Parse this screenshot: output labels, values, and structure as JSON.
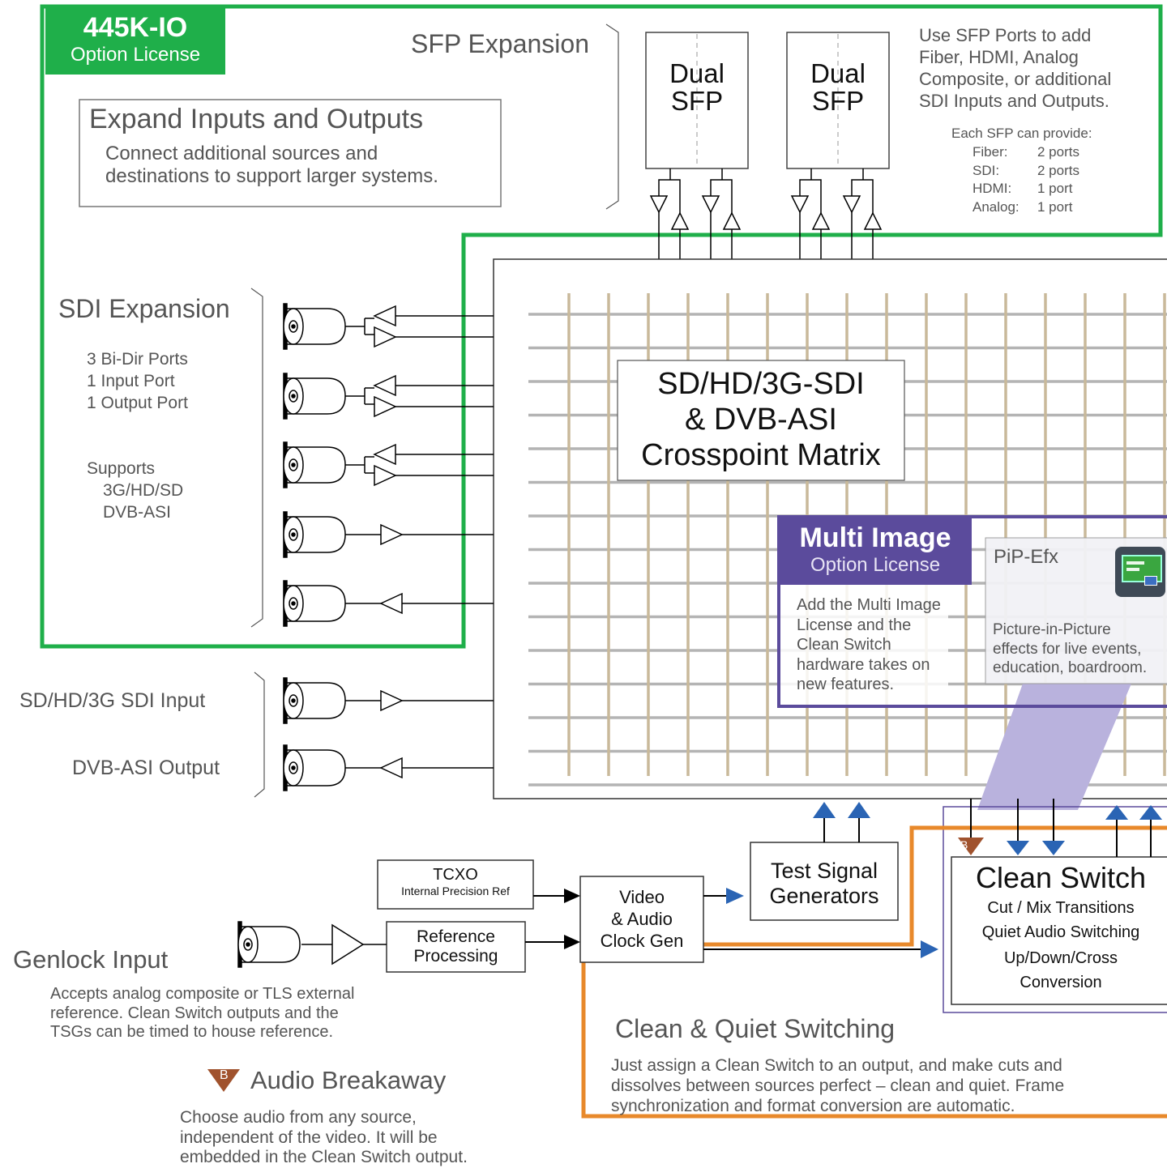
{
  "colors": {
    "license_green": "#1faf4a",
    "multi_image_purple": "#5b4b9c",
    "clean_switch_orange": "#e8892b",
    "arrow_blue": "#2a64b4",
    "breakaway_brown": "#a0522d",
    "matrix_vertical": "#c9b99a",
    "matrix_horizontal": "#b4b4b4"
  },
  "option_license_445k": {
    "title": "445K-IO",
    "subtitle": "Option License"
  },
  "sfp_expansion": {
    "label": "SFP Expansion",
    "modules": [
      {
        "line1": "Dual",
        "line2": "SFP"
      },
      {
        "line1": "Dual",
        "line2": "SFP"
      }
    ],
    "note": [
      "Use SFP Ports to add",
      "Fiber, HDMI, Analog",
      "Composite, or additional",
      "SDI Inputs and Outputs."
    ],
    "provide_title": "Each SFP can provide:",
    "provide_rows": [
      {
        "type": "Fiber:",
        "count": "2 ports"
      },
      {
        "type": "SDI:",
        "count": "2 ports"
      },
      {
        "type": "HDMI:",
        "count": "1 port"
      },
      {
        "type": "Analog:",
        "count": "1 port"
      }
    ]
  },
  "expand_box": {
    "title": "Expand Inputs and Outputs",
    "body": [
      "Connect additional sources and",
      "destinations to support larger systems."
    ]
  },
  "sdi_expansion": {
    "label": "SDI Expansion",
    "ports": [
      "3 Bi-Dir Ports",
      "1 Input Port",
      "1 Output Port"
    ],
    "supports_title": "Supports",
    "supports": [
      "3G/HD/SD",
      "DVB-ASI"
    ]
  },
  "sdi_input_label": "SD/HD/3G SDI Input",
  "dvb_output_label": "DVB-ASI Output",
  "matrix_label": [
    "SD/HD/3G-SDI",
    "& DVB-ASI",
    "Crosspoint Matrix"
  ],
  "multi_image": {
    "title": "Multi Image",
    "subtitle": "Option License",
    "body": [
      "Add the Multi Image",
      "License and the",
      "Clean Switch",
      "hardware takes on",
      "new features."
    ],
    "pip_title": "PiP-Efx",
    "pip_icon": "pip-efx-icon",
    "pip_body": [
      "Picture-in-Picture",
      "effects for live events,",
      "education, boardroom."
    ]
  },
  "test_signal": [
    "Test Signal",
    "Generators"
  ],
  "tcxo": {
    "title": "TCXO",
    "subtitle": "Internal Precision Ref"
  },
  "reference_processing": [
    "Reference",
    "Processing"
  ],
  "clock_gen": [
    "Video",
    "& Audio",
    "Clock Gen"
  ],
  "clean_switch": {
    "title": "Clean Switch",
    "features": [
      "Cut / Mix Transitions",
      "Quiet Audio Switching",
      "Up/Down/Cross",
      "Conversion"
    ],
    "badge": "B"
  },
  "genlock": {
    "title": "Genlock Input",
    "body": [
      "Accepts analog composite or TLS external",
      "reference. Clean Switch outputs and the",
      "TSGs can be timed to house reference."
    ]
  },
  "audio_breakaway": {
    "badge": "B",
    "title": "Audio Breakaway",
    "body": [
      "Choose audio from any source,",
      "independent of the video. It will be",
      "embedded in the Clean Switch output."
    ]
  },
  "clean_quiet": {
    "title": "Clean & Quiet Switching",
    "body": [
      "Just assign a Clean Switch to an output, and make cuts and",
      "dissolves between sources perfect – clean and quiet. Frame",
      "synchronization and format conversion are automatic."
    ]
  }
}
